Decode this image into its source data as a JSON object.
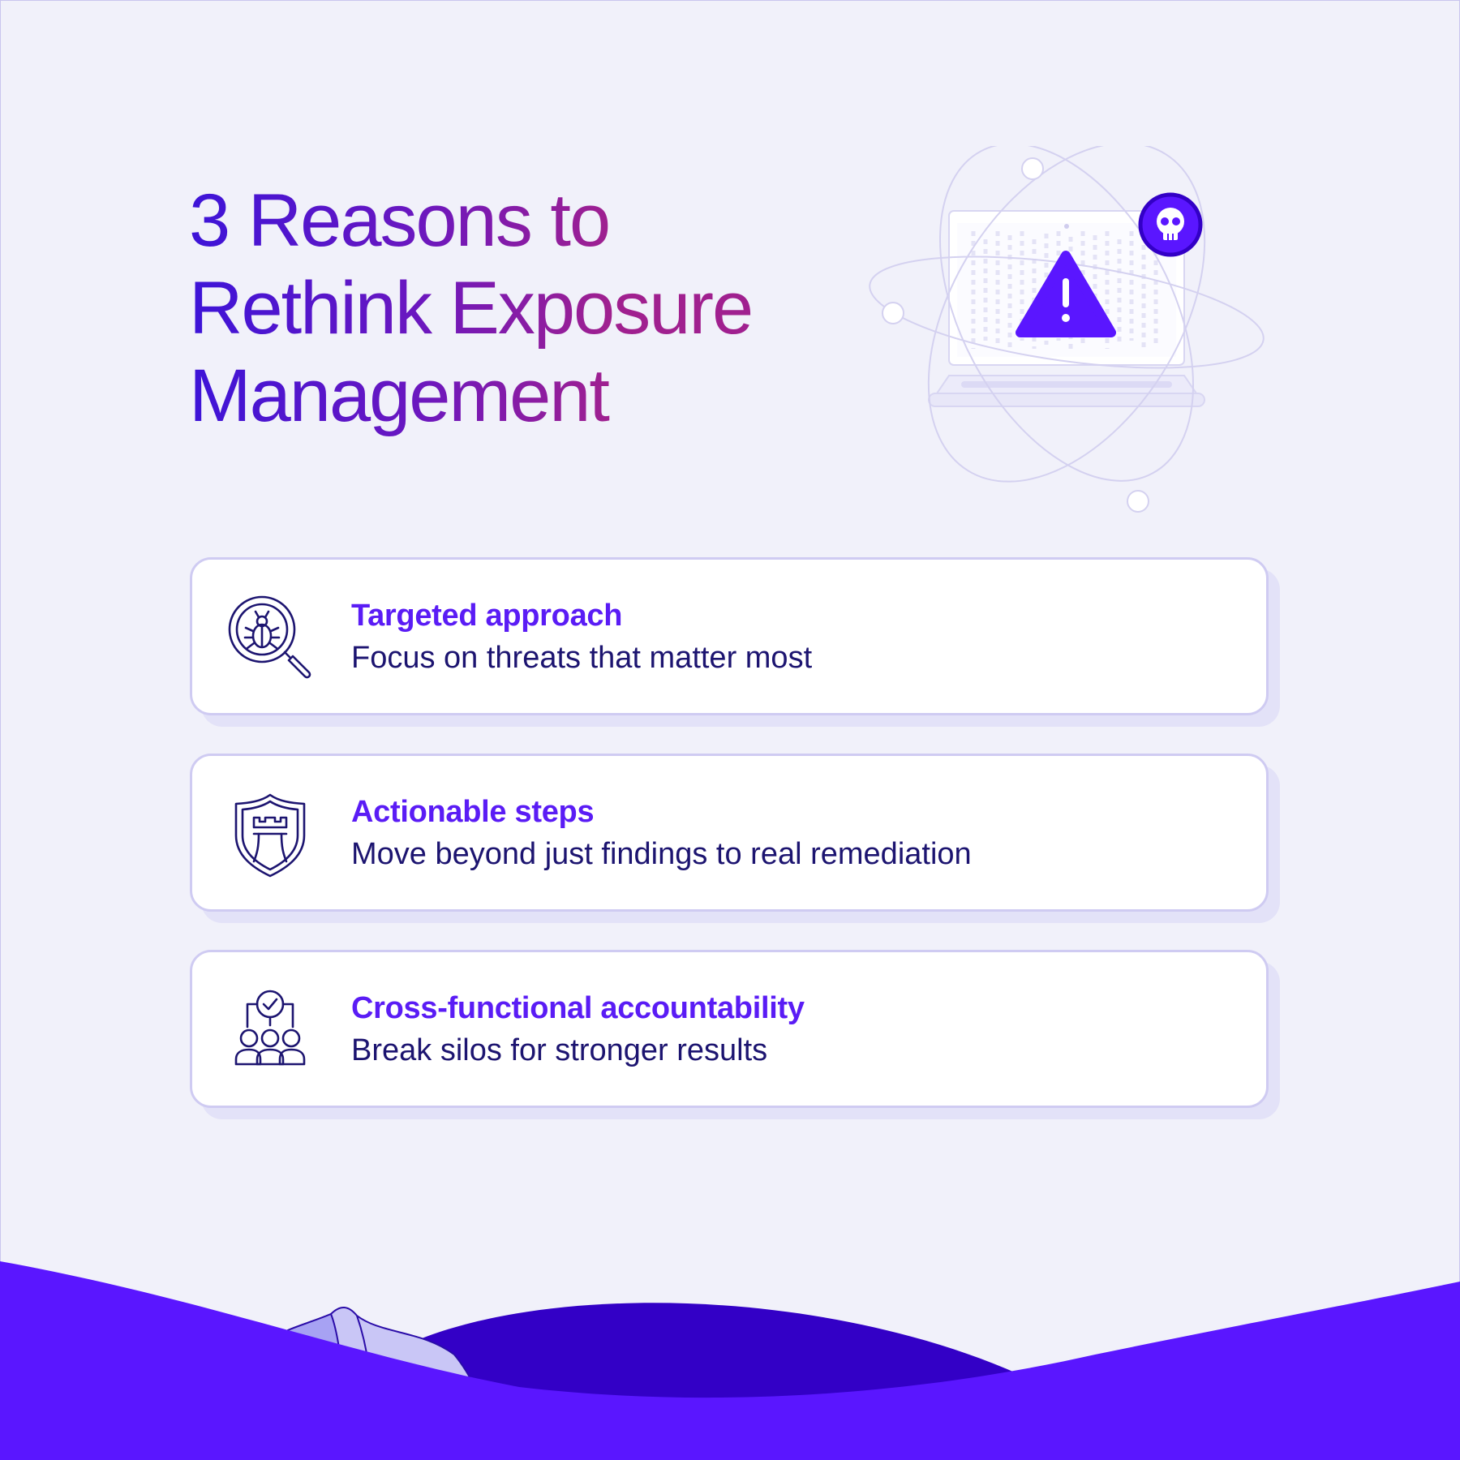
{
  "title_lines": [
    "3 Reasons to",
    "Rethink Exposure",
    "Management"
  ],
  "colors": {
    "background": "#f1f1fa",
    "accent": "#5a16ff",
    "title_start": "#3d14d8",
    "title_end": "#a0208f",
    "card_title": "#5a1cf5",
    "card_text": "#1c1470",
    "wave_dark": "#3300c6"
  },
  "hero": {
    "laptop_icon": "laptop-icon",
    "warning_icon": "warning-triangle-icon",
    "skull_icon": "skull-badge-icon"
  },
  "cards": [
    {
      "icon": "bug-magnifier-icon",
      "title": "Targeted approach",
      "description": "Focus on threats that matter most"
    },
    {
      "icon": "shield-castle-icon",
      "title": "Actionable steps",
      "description": "Move beyond just findings to real remediation"
    },
    {
      "icon": "team-check-icon",
      "title": "Cross-functional accountability",
      "description": "Break silos for stronger results"
    }
  ]
}
